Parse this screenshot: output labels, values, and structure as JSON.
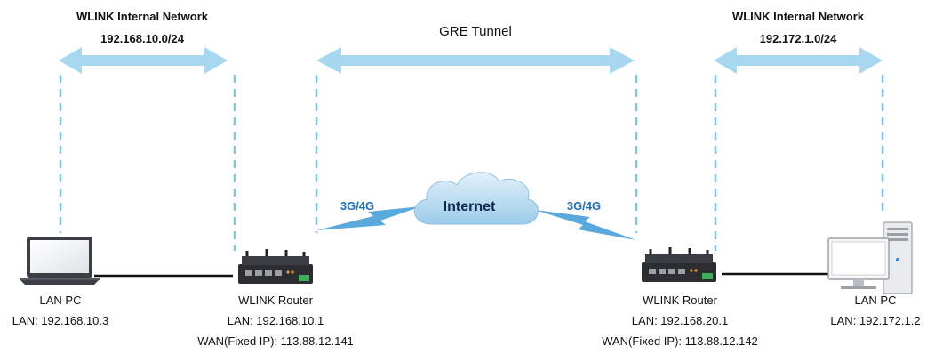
{
  "left_network": {
    "title": "WLINK Internal Network",
    "subnet": "192.168.10.0/24"
  },
  "tunnel": {
    "title": "GRE Tunnel"
  },
  "right_network": {
    "title": "WLINK Internal Network",
    "subnet": "192.172.1.0/24"
  },
  "internet": {
    "label": "Internet"
  },
  "links": {
    "left": "3G/4G",
    "right": "3G/4G"
  },
  "left_pc": {
    "name": "LAN PC",
    "lan": "LAN: 192.168.10.3"
  },
  "left_router": {
    "name": "WLINK Router",
    "lan": "LAN: 192.168.10.1",
    "wan": "WAN(Fixed IP): 113.88.12.141"
  },
  "right_router": {
    "name": "WLINK Router",
    "lan": "LAN: 192.168.20.1",
    "wan": "WAN(Fixed IP): 113.88.12.142"
  },
  "right_pc": {
    "name": "LAN PC",
    "lan": "LAN: 192.172.1.2"
  },
  "colors": {
    "arrow": "#a8d8f0",
    "dash": "#7fc3e8",
    "cloud": "#b9dcf2",
    "bolt": "#5aa9dd",
    "label_blue": "#1f6fb9"
  }
}
